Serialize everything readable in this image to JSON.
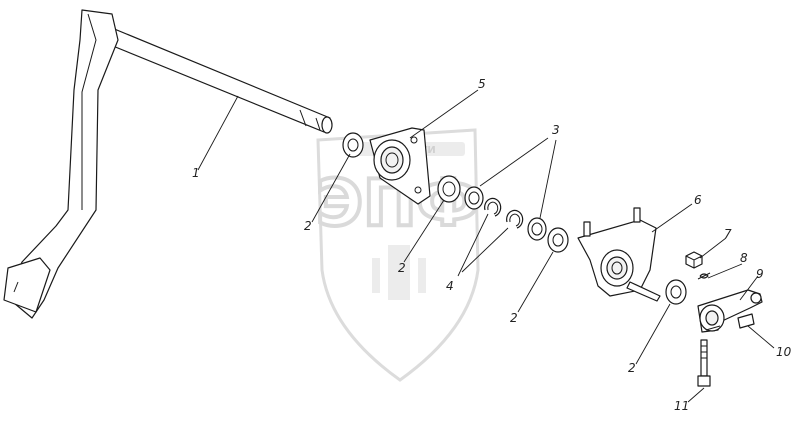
{
  "watermark": {
    "text": "ЭПФ",
    "banner": "ЗАПЧАСТИ"
  },
  "callouts": [
    {
      "id": "label-1",
      "text": "1"
    },
    {
      "id": "label-5",
      "text": "5"
    },
    {
      "id": "label-3",
      "text": "3"
    },
    {
      "id": "label-2a",
      "text": "2"
    },
    {
      "id": "label-2b",
      "text": "2"
    },
    {
      "id": "label-4",
      "text": "4"
    },
    {
      "id": "label-6",
      "text": "6"
    },
    {
      "id": "label-7",
      "text": "7"
    },
    {
      "id": "label-8",
      "text": "8"
    },
    {
      "id": "label-9",
      "text": "9"
    },
    {
      "id": "label-2c",
      "text": "2"
    },
    {
      "id": "label-2d",
      "text": "2"
    },
    {
      "id": "label-10",
      "text": "10"
    },
    {
      "id": "label-11",
      "text": "11"
    }
  ],
  "colors": {
    "line": "#1a1a1a",
    "watermark": "#dcdcdc",
    "background": "#ffffff"
  }
}
